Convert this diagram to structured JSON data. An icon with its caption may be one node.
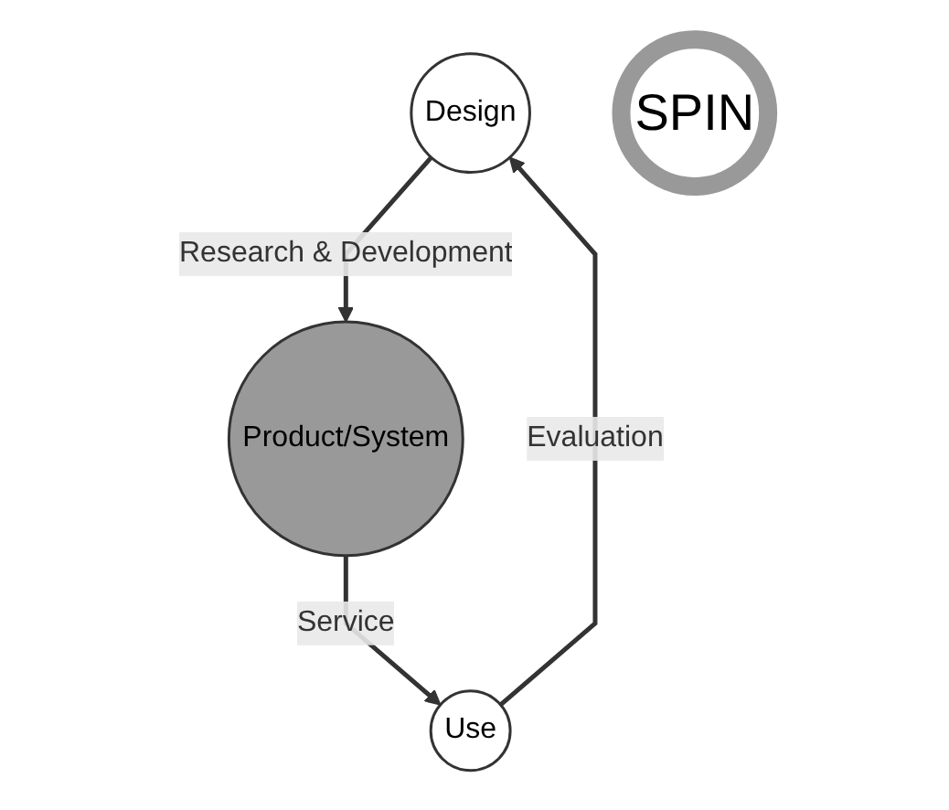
{
  "diagram": {
    "nodes": [
      {
        "text": [
          "Design"
        ]
      },
      {
        "text": [
          "Use"
        ]
      },
      {
        "text": [
          "SPIN"
        ]
      },
      {
        "text": [
          "Product/System"
        ]
      }
    ],
    "edges": [
      {
        "from": 1,
        "to": 0,
        "arrow": "to",
        "label": "Evaluation"
      },
      {
        "from": 0,
        "to": 3,
        "arrow": "to",
        "label": "Research & Development"
      },
      {
        "from": 3,
        "to": 1,
        "arrow": "to",
        "label": "Service"
      }
    ]
  }
}
